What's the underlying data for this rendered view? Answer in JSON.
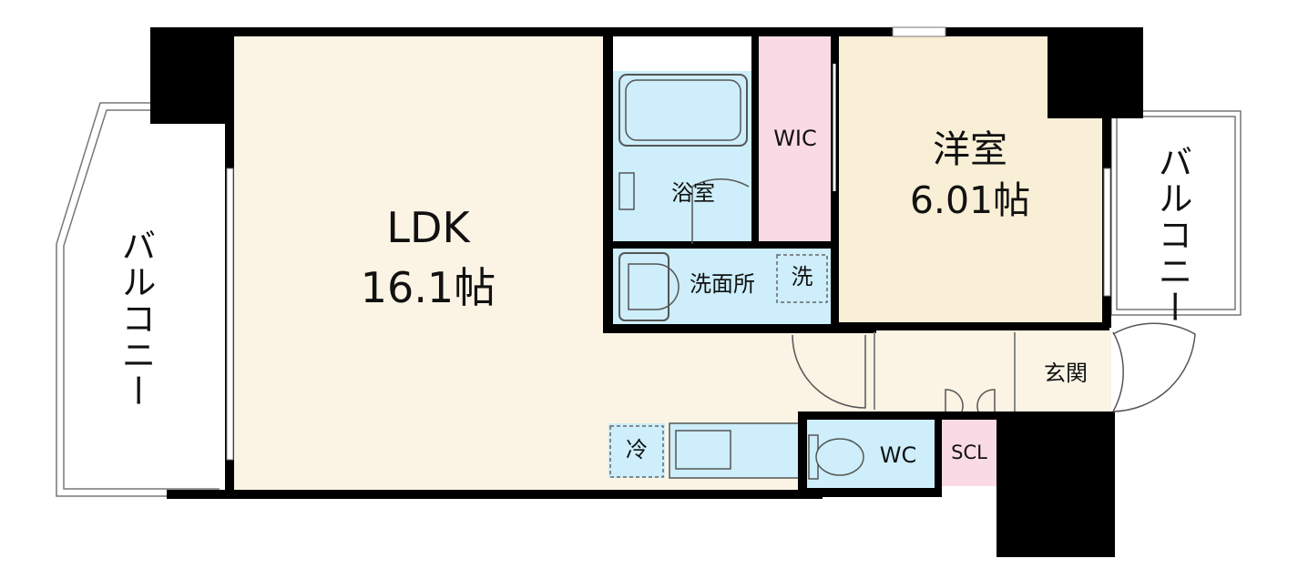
{
  "rooms": {
    "ldk": {
      "name": "LDK",
      "size": "16.1帖"
    },
    "western": {
      "name": "洋室",
      "size": "6.01帖"
    },
    "bath": {
      "name": "浴室"
    },
    "washroom": {
      "name": "洗面所"
    },
    "wic": {
      "name": "WIC"
    },
    "entrance": {
      "name": "玄関"
    },
    "wc": {
      "name": "WC"
    },
    "scl": {
      "name": "SCL"
    }
  },
  "fixtures": {
    "washer": "洗",
    "fridge": "冷"
  },
  "balconies": {
    "left": "バルコニー",
    "right": "バルコニー"
  },
  "colors": {
    "wall": "#000000",
    "living_floor": "#fbf4e4",
    "bedroom_floor": "#f8efd6",
    "wet_area": "#cdeefa",
    "closet": "#fadbe5"
  }
}
